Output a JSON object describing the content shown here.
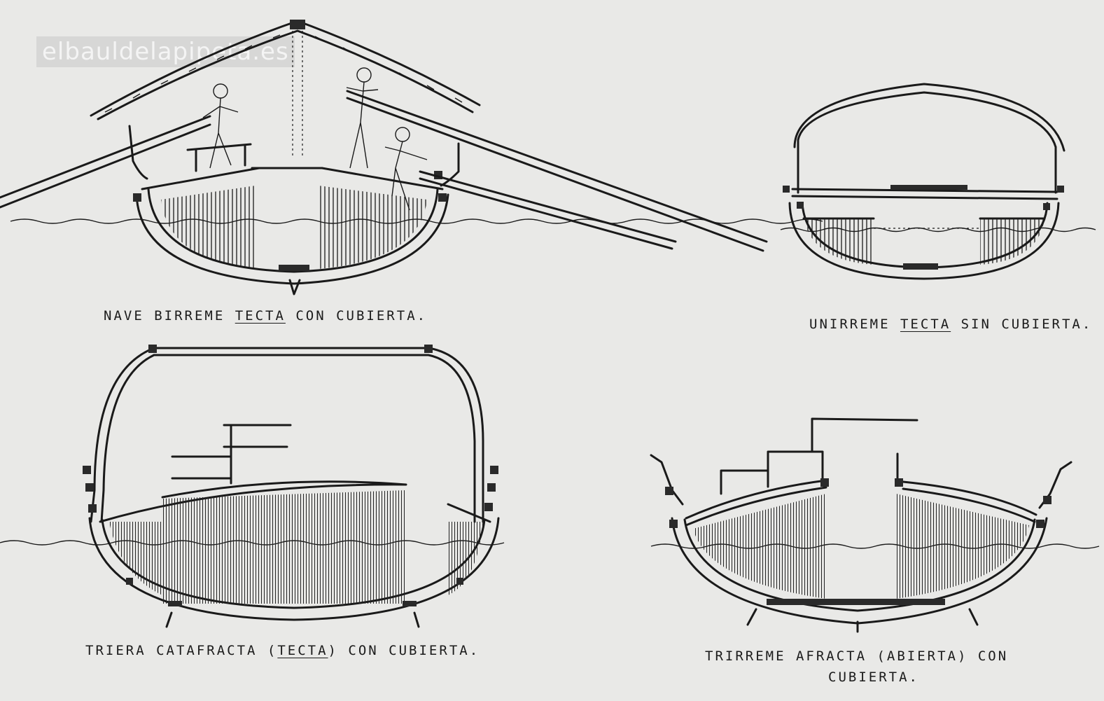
{
  "watermark": "elbauldelapipeta.es",
  "captions": {
    "birreme": {
      "pre": "NAVE BIRREME ",
      "u": "TECTA",
      "post": " CON CUBIERTA."
    },
    "unirreme": {
      "pre": "UNIRREME ",
      "u": "TECTA",
      "post": " SIN CUBIERTA."
    },
    "triera": {
      "pre": "TRIERA CATAFRACTA (",
      "u": "TECTA",
      "post": ") CON CUBIERTA."
    },
    "trirreme_line1": "TRIRREME AFRACTA (ABIERTA) CON",
    "trirreme_line2": "CUBIERTA."
  }
}
